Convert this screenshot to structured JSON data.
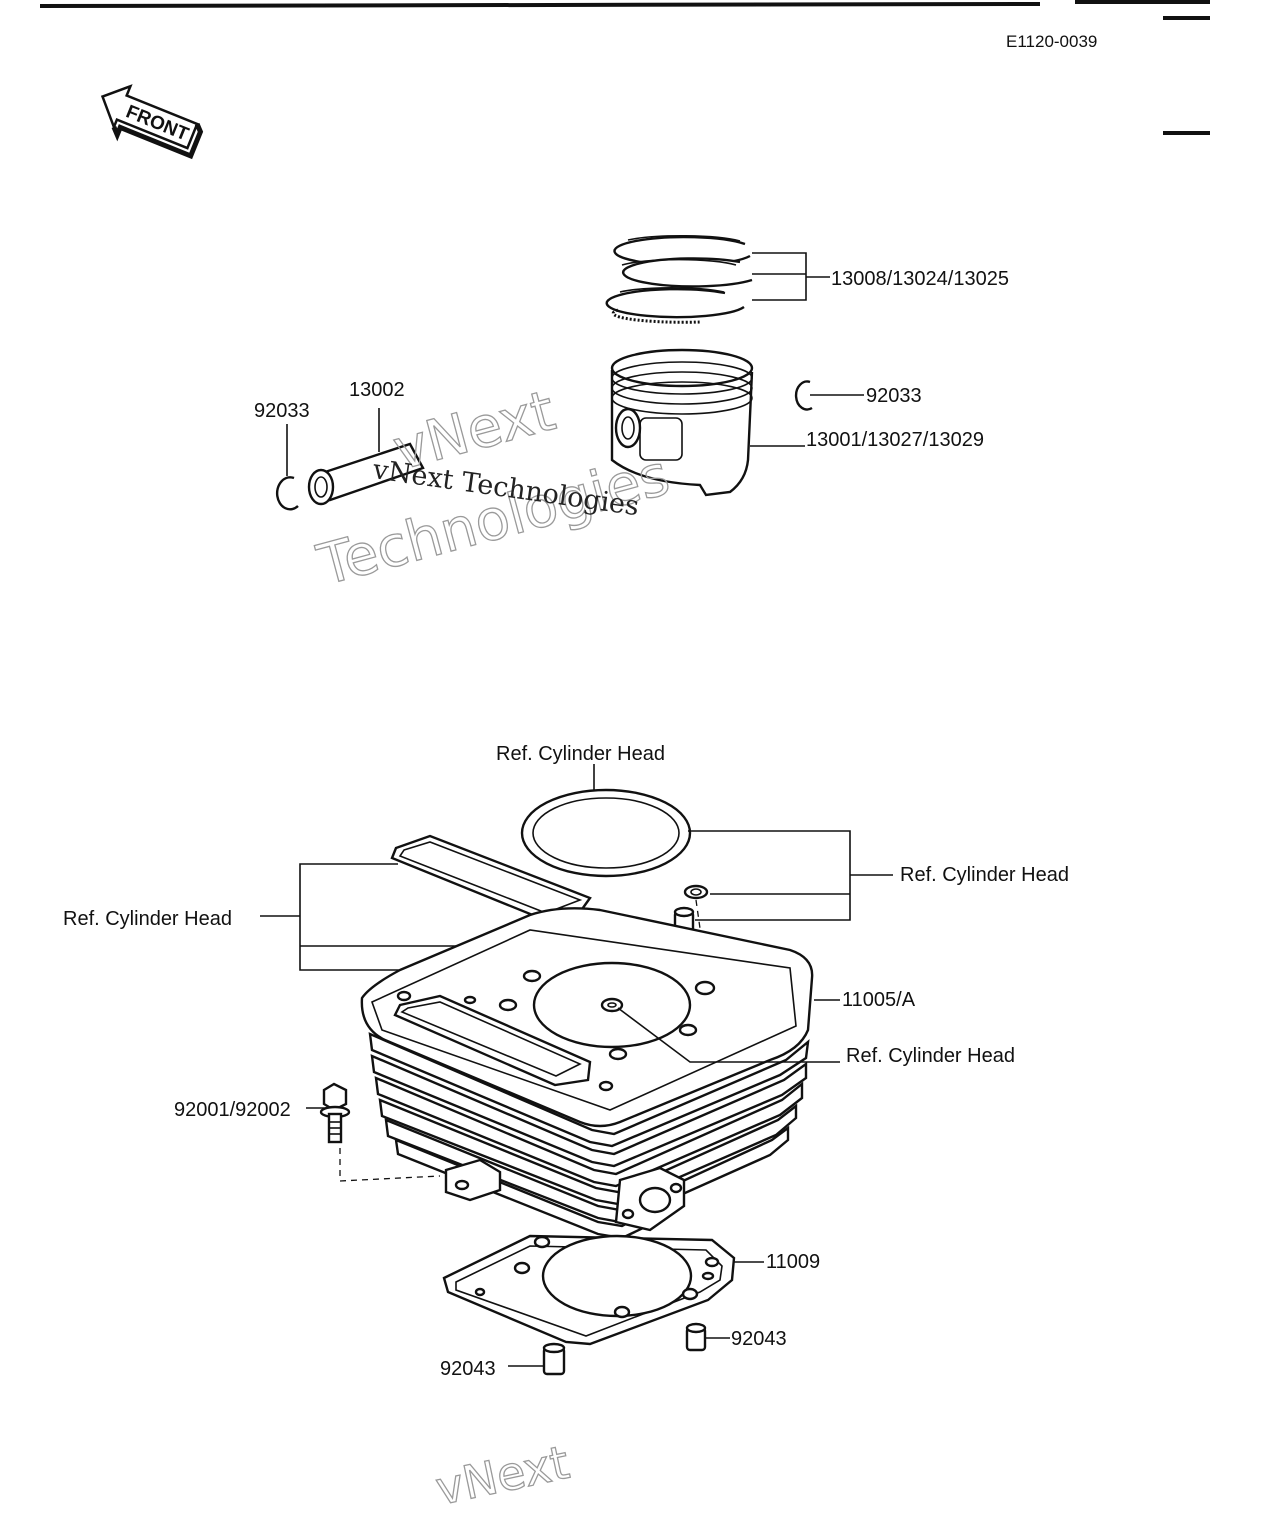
{
  "doc_code": "E1120-0039",
  "front_label": "FRONT",
  "watermark": {
    "line1": "vNext",
    "line2": "Technologies",
    "serif_text": "vNext Technologies",
    "bottom_fragment": "vNext"
  },
  "callouts": {
    "piston_rings": "13008/13024/13025",
    "circlip_right": "92033",
    "piston": "13001/13027/13029",
    "piston_pin": "13002",
    "circlip_left": "92033",
    "ref_head_top": "Ref. Cylinder Head",
    "ref_head_right": "Ref. Cylinder Head",
    "ref_head_left": "Ref. Cylinder Head",
    "cylinder": "11005/A",
    "ref_head_center": "Ref. Cylinder Head",
    "bolt": "92001/92002",
    "base_gasket": "11009",
    "dowel_right": "92043",
    "dowel_left": "92043"
  },
  "icons": {
    "front_arrow": "front-arrow-icon"
  }
}
